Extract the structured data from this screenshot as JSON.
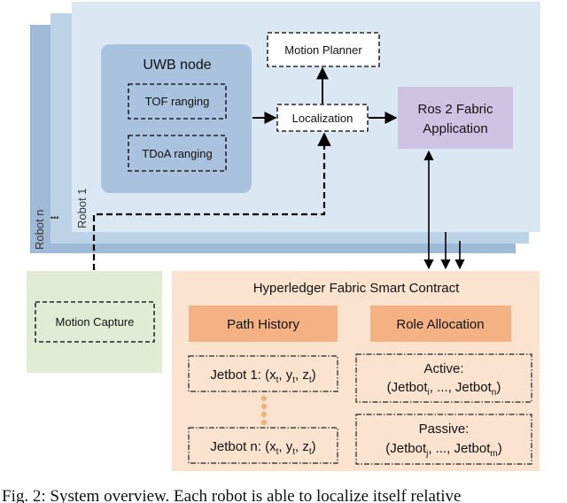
{
  "robot_stack": {
    "labels": {
      "robot_n": "Robot n",
      "ellipsis": "•••",
      "robot_1": "Robot 1"
    },
    "colors": {
      "back_panel": "#9fbad6",
      "mid_panel": "#bcd2e6",
      "front_panel": "#dbe7f2"
    }
  },
  "uwb_node": {
    "title": "UWB node",
    "tof": "TOF ranging",
    "tdoa": "TDoA ranging",
    "color": "#a9c2de"
  },
  "motion_planner": "Motion Planner",
  "localization": "Localization",
  "ros_fabric": {
    "line1": "Ros 2 Fabric",
    "line2": "Application",
    "color": "#cfc3e3"
  },
  "motion_capture": {
    "label": "Motion Capture",
    "color": "#e2ecd5"
  },
  "fabric": {
    "title": "Hyperledger Fabric Smart Contract",
    "panel_color": "#fbe3cf",
    "header_color": "#f4b183",
    "path_history": {
      "label": "Path History",
      "jetbot1": {
        "name": "Jetbot 1: (x",
        "s1": "t",
        "c1": ", y",
        "s2": "t",
        "c2": ", z",
        "s3": "t",
        "end": ")"
      },
      "vdots": "•••",
      "jetbotn": {
        "name": "Jetbot n: (x",
        "s1": "t",
        "c1": ", y",
        "s2": "t",
        "c2": ", z",
        "s3": "t",
        "end": ")"
      }
    },
    "role_allocation": {
      "label": "Role Allocation",
      "active": {
        "title": "Active:",
        "open": "(Jetbot",
        "sub1": "i",
        "mid": ", ..., Jetbot",
        "sub2": "n",
        "close": ")"
      },
      "passive": {
        "title": "Passive:",
        "open": "(Jetbot",
        "sub1": "j",
        "mid": ", ..., Jetbot",
        "sub2": "m",
        "close": ")"
      }
    }
  },
  "caption": "Fig. 2: System overview. Each robot is able to localize itself relative"
}
